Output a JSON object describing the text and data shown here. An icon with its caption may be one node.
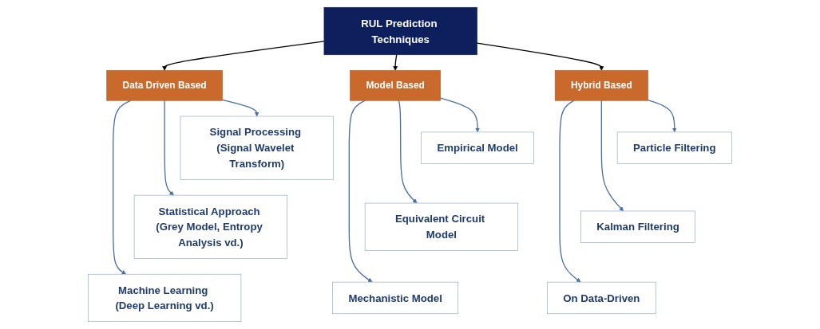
{
  "diagram": {
    "nodes": [
      {
        "text": [
          "RUL Prediction Techniques"
        ]
      },
      {
        "text": [
          "Data Driven Based"
        ]
      },
      {
        "text": [
          "Model Based"
        ]
      },
      {
        "text": [
          "Hybrid Based"
        ]
      },
      {
        "text": [
          "Signal Processing (Signal Wavelet Transform)"
        ]
      },
      {
        "text": [
          "Statistical Approach (Grey Model, Entropy Analysis vd.)"
        ]
      },
      {
        "text": [
          "Machine Learning (Deep Learning vd.)"
        ]
      },
      {
        "text": [
          "Empirical Model"
        ]
      },
      {
        "text": [
          "Equivalent Circuit Model"
        ]
      },
      {
        "text": [
          "Mechanistic Model"
        ]
      },
      {
        "text": [
          "Particle Filtering"
        ]
      },
      {
        "text": [
          "Kalman Filtering"
        ]
      },
      {
        "text": [
          "On Data-Driven"
        ]
      }
    ],
    "edges": [
      {
        "from": 0,
        "to": 1,
        "arrow": "to",
        "color": "#000000"
      },
      {
        "from": 0,
        "to": 2,
        "arrow": "to",
        "color": "#000000"
      },
      {
        "from": 0,
        "to": 3,
        "arrow": "to",
        "color": "#000000"
      },
      {
        "from": 1,
        "to": 4,
        "arrow": "to"
      },
      {
        "from": 1,
        "to": 5,
        "arrow": "to"
      },
      {
        "from": 1,
        "to": 6,
        "arrow": "to"
      },
      {
        "from": 2,
        "to": 7,
        "arrow": "to"
      },
      {
        "from": 2,
        "to": 8,
        "arrow": "to"
      },
      {
        "from": 2,
        "to": 9,
        "arrow": "to"
      },
      {
        "from": 3,
        "to": 10,
        "arrow": "to"
      },
      {
        "from": 3,
        "to": 11,
        "arrow": "to"
      },
      {
        "from": 3,
        "to": 12,
        "arrow": "to"
      }
    ]
  }
}
